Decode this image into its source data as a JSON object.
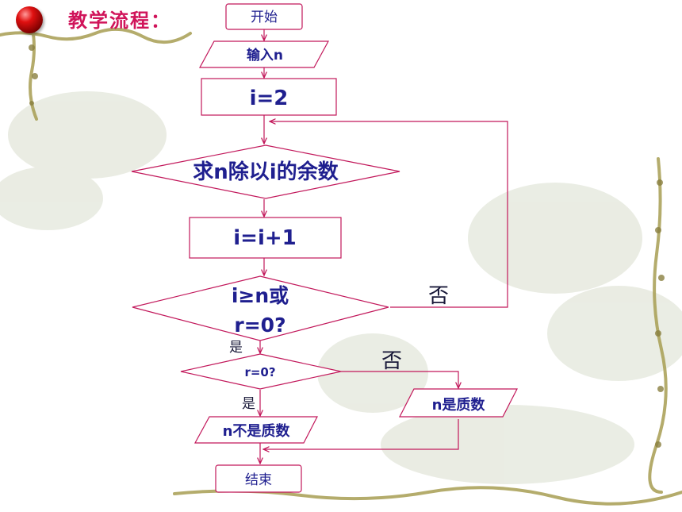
{
  "page": {
    "title": "教学流程："
  },
  "colors": {
    "title": "#d0145a",
    "stroke": "#c2185b",
    "text": "#1f1f8f",
    "fill": "#ffffff"
  },
  "nodes": {
    "start": "开始",
    "input": "输入n",
    "init": "i=2",
    "remainder": "求n除以i的余数",
    "increment": "i=i+1",
    "loop_cond_line1": "i≥n或",
    "loop_cond_line2": "r=0?",
    "r_check": "r=0?",
    "prime": "n是质数",
    "not_prime": "n不是质数",
    "end": "结束"
  },
  "edges": {
    "loop_no": "否",
    "loop_yes": "是",
    "r_no": "否",
    "r_yes": "是"
  }
}
